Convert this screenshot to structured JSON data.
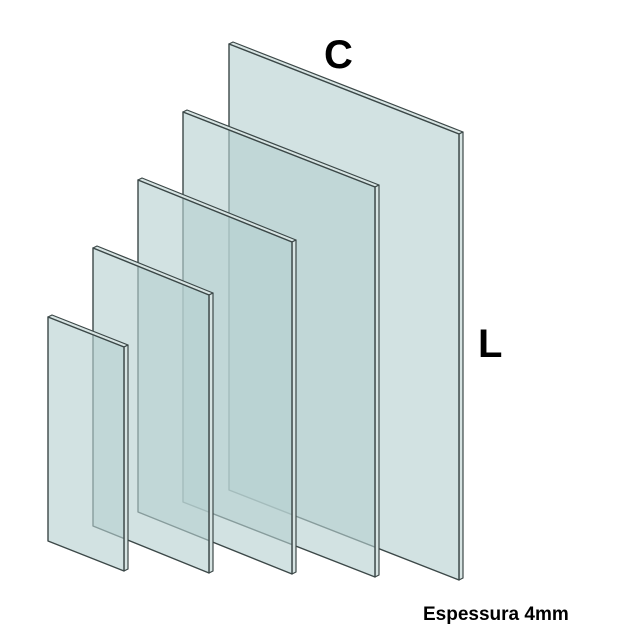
{
  "labels": {
    "width_label": "C",
    "height_label": "L",
    "thickness_caption": "Espessura 4mm"
  },
  "colors": {
    "glass_fill": "#b7d1d0",
    "glass_stroke": "#3c4848",
    "glass_edge": "#d7e4e3",
    "background": "#ffffff"
  }
}
